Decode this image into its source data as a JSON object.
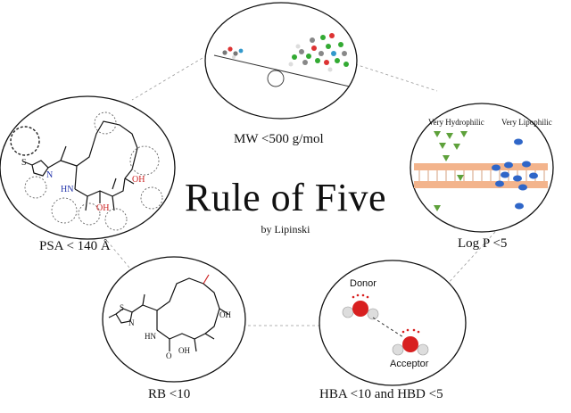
{
  "title": "Rule of Five",
  "subtitle": "by Lipinski",
  "criteria": {
    "mw": "MW <500 g/mol",
    "logp": "Log P <5",
    "psa": "PSA < 140 Å",
    "rb": "RB <10",
    "hb": "HBA <10 and HBD <5"
  },
  "logp_panel": {
    "left": "Very Hydrophilic",
    "right": "Very Lipophilic"
  },
  "hb_panel": {
    "donor": "Donor",
    "acceptor": "Acceptor"
  },
  "mol_labels": {
    "s": "S",
    "n": "N",
    "hn": "HN",
    "oh": "OH",
    "o": "O"
  },
  "colors": {
    "hydrophilic": "#5ea13b",
    "lipophilic": "#2f66c8",
    "lipid": "#f3b48c",
    "oxygen": "#d82020"
  }
}
